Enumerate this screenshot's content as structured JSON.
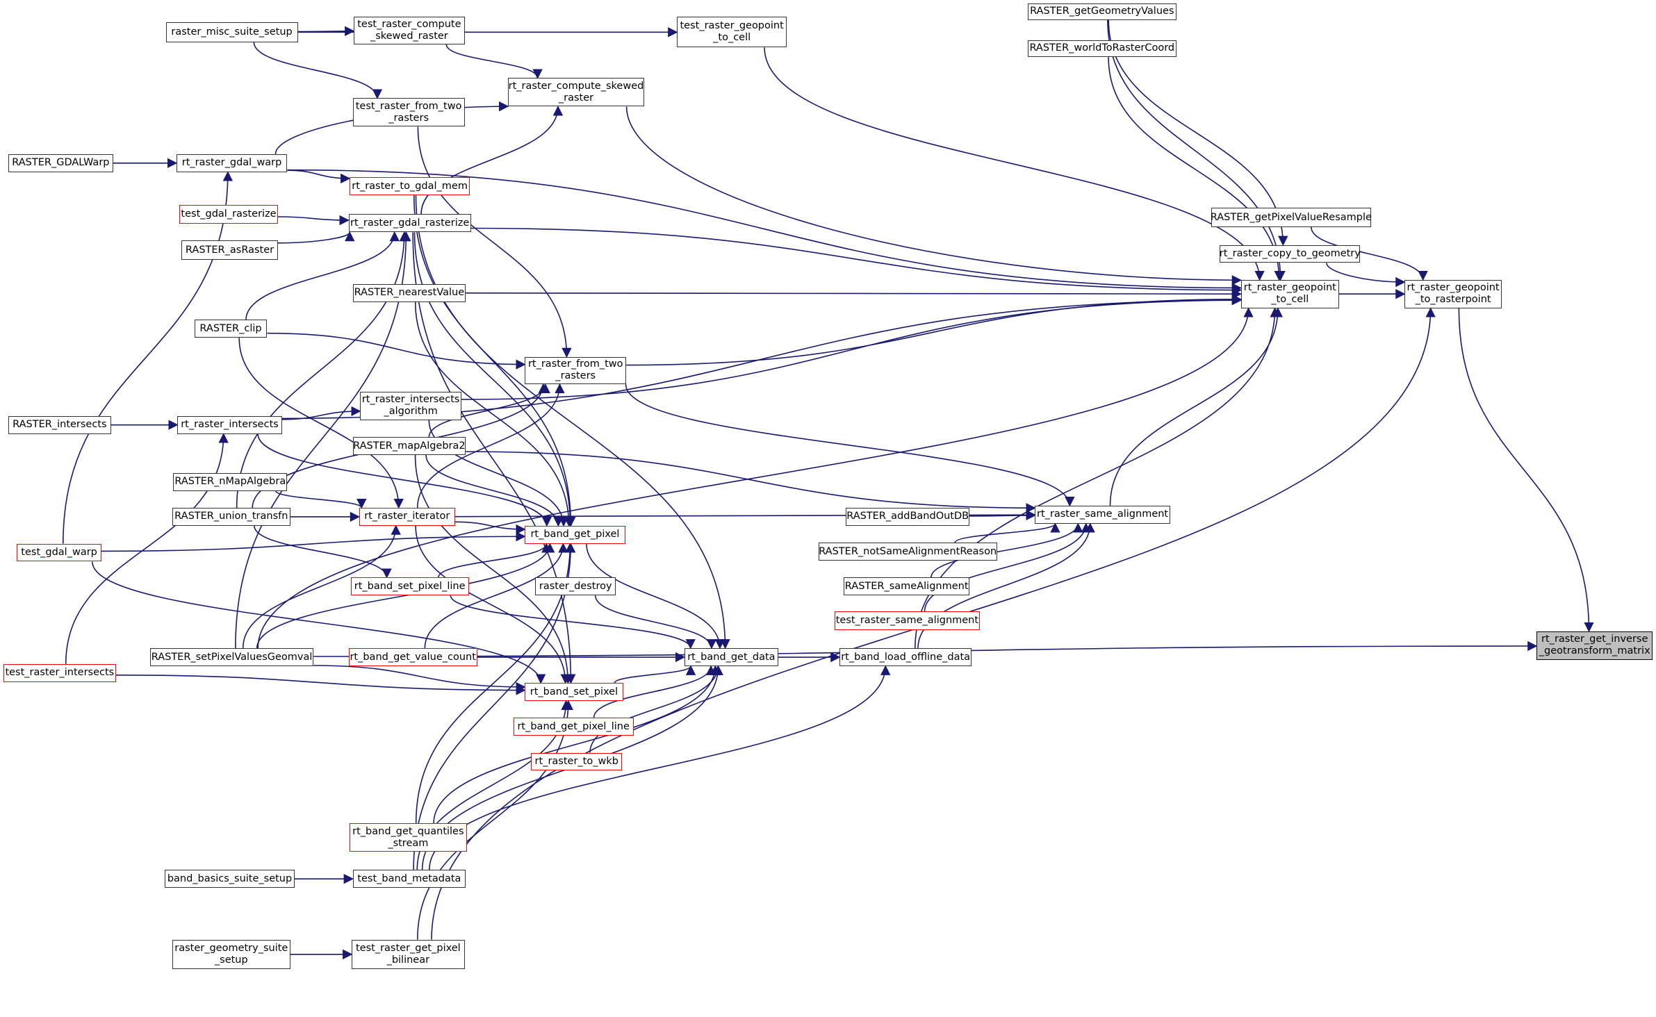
{
  "diagram": {
    "type": "call-graph",
    "title": "rt_raster_get_inverse_geotransform_matrix caller graph",
    "edge_color": "#191970",
    "colors": {
      "default_border": "#333333",
      "truncated_border": "#ff0000",
      "root_fill": "#bfbfbf"
    },
    "nodes": [
      {
        "id": "root",
        "label": "rt_raster_get_inverse\n_geotransform_matrix",
        "style": "root"
      },
      {
        "id": "geo2rp",
        "label": "rt_raster_geopoint\n_to_rasterpoint",
        "style": "normal"
      },
      {
        "id": "geo2cell",
        "label": "rt_raster_geopoint\n_to_cell",
        "style": "normal"
      },
      {
        "id": "getPixValResample",
        "label": "RASTER_getPixelValueResample",
        "style": "normal"
      },
      {
        "id": "copyToGeom",
        "label": "rt_raster_copy_to_geometry",
        "style": "normal"
      },
      {
        "id": "getGeomValues",
        "label": "RASTER_getGeometryValues",
        "style": "normal"
      },
      {
        "id": "worldToRaster",
        "label": "RASTER_worldToRasterCoord",
        "style": "normal"
      },
      {
        "id": "sameAlign",
        "label": "rt_raster_same_alignment",
        "style": "normal"
      },
      {
        "id": "addBandOutDB",
        "label": "RASTER_addBandOutDB",
        "style": "normal"
      },
      {
        "id": "notSameAlignReason",
        "label": "RASTER_notSameAlignmentReason",
        "style": "normal"
      },
      {
        "id": "RsameAlign",
        "label": "RASTER_sameAlignment",
        "style": "normal"
      },
      {
        "id": "testSameAlign",
        "label": "test_raster_same_alignment",
        "style": "red"
      },
      {
        "id": "loadOffline",
        "label": "rt_band_load_offline_data",
        "style": "normal"
      },
      {
        "id": "getData",
        "label": "rt_band_get_data",
        "style": "normal"
      },
      {
        "id": "testGeo2cell",
        "label": "test_raster_geopoint\n_to_cell",
        "style": "normal"
      },
      {
        "id": "computeSkewed",
        "label": "rt_raster_compute_skewed\n_raster",
        "style": "normal"
      },
      {
        "id": "fromTwo",
        "label": "rt_raster_from_two\n_rasters",
        "style": "normal"
      },
      {
        "id": "getPixel",
        "label": "rt_band_get_pixel",
        "style": "red"
      },
      {
        "id": "rasterDestroy",
        "label": "raster_destroy",
        "style": "normal"
      },
      {
        "id": "setPixel",
        "label": "rt_band_set_pixel",
        "style": "red"
      },
      {
        "id": "getPixelLine",
        "label": "rt_band_get_pixel_line",
        "style": "red"
      },
      {
        "id": "toWkb",
        "label": "rt_raster_to_wkb",
        "style": "red"
      },
      {
        "id": "miscSetup",
        "label": "raster_misc_suite_setup",
        "style": "normal"
      },
      {
        "id": "testComputeSkewed",
        "label": "test_raster_compute\n_skewed_raster",
        "style": "normal"
      },
      {
        "id": "testFromTwo",
        "label": "test_raster_from_two\n_rasters",
        "style": "normal"
      },
      {
        "id": "toGdalMem",
        "label": "rt_raster_to_gdal_mem",
        "style": "red"
      },
      {
        "id": "gdalRasterize",
        "label": "rt_raster_gdal_rasterize",
        "style": "normal"
      },
      {
        "id": "nearestValue",
        "label": "RASTER_nearestValue",
        "style": "normal"
      },
      {
        "id": "intersectsAlgo",
        "label": "rt_raster_intersects\n_algorithm",
        "style": "normal"
      },
      {
        "id": "mapAlgebra2",
        "label": "RASTER_mapAlgebra2",
        "style": "normal"
      },
      {
        "id": "iterator",
        "label": "rt_raster_iterator",
        "style": "red"
      },
      {
        "id": "setPixelLine",
        "label": "rt_band_set_pixel_line",
        "style": "red"
      },
      {
        "id": "getValueCount",
        "label": "rt_band_get_value_count",
        "style": "red"
      },
      {
        "id": "quantiles",
        "label": "rt_band_get_quantiles\n_stream",
        "style": "red"
      },
      {
        "id": "testBandMeta",
        "label": "test_band_metadata",
        "style": "normal"
      },
      {
        "id": "testBilinear",
        "label": "test_raster_get_pixel\n_bilinear",
        "style": "normal"
      },
      {
        "id": "RGDALWarp",
        "label": "RASTER_GDALWarp",
        "style": "normal"
      },
      {
        "id": "gdalWarp",
        "label": "rt_raster_gdal_warp",
        "style": "normal"
      },
      {
        "id": "testGdalRasterize",
        "label": "test_gdal_rasterize",
        "style": "red"
      },
      {
        "id": "asRaster",
        "label": "RASTER_asRaster",
        "style": "normal"
      },
      {
        "id": "clip",
        "label": "RASTER_clip",
        "style": "normal"
      },
      {
        "id": "Rintersects",
        "label": "RASTER_intersects",
        "style": "normal"
      },
      {
        "id": "intersects",
        "label": "rt_raster_intersects",
        "style": "normal"
      },
      {
        "id": "nMapAlgebra",
        "label": "RASTER_nMapAlgebra",
        "style": "normal"
      },
      {
        "id": "unionTransfn",
        "label": "RASTER_union_transfn",
        "style": "normal"
      },
      {
        "id": "testGdalWarp",
        "label": "test_gdal_warp",
        "style": "red"
      },
      {
        "id": "setPixValGeomval",
        "label": "RASTER_setPixelValuesGeomval",
        "style": "normal"
      },
      {
        "id": "testIntersects",
        "label": "test_raster_intersects",
        "style": "red"
      },
      {
        "id": "bandBasicsSetup",
        "label": "band_basics_suite_setup",
        "style": "normal"
      },
      {
        "id": "geomSetup",
        "label": "raster_geometry_suite\n_setup",
        "style": "normal"
      }
    ],
    "edges": [
      [
        "miscSetup",
        "testComputeSkewed"
      ],
      [
        "miscSetup",
        "testFromTwo"
      ],
      [
        "miscSetup",
        "testGeo2cell"
      ],
      [
        "testComputeSkewed",
        "computeSkewed"
      ],
      [
        "testGeo2cell",
        "geo2cell"
      ],
      [
        "getGeomValues",
        "geo2cell"
      ],
      [
        "getGeomValues",
        "copyToGeom"
      ],
      [
        "worldToRaster",
        "geo2cell"
      ],
      [
        "computeSkewed",
        "geo2cell"
      ],
      [
        "gdalWarp",
        "computeSkewed"
      ],
      [
        "gdalWarp",
        "geo2cell"
      ],
      [
        "gdalWarp",
        "toGdalMem"
      ],
      [
        "RGDALWarp",
        "gdalWarp"
      ],
      [
        "testGdalWarp",
        "gdalWarp"
      ],
      [
        "testFromTwo",
        "fromTwo"
      ],
      [
        "toGdalMem",
        "getData"
      ],
      [
        "toGdalMem",
        "getPixel"
      ],
      [
        "testGdalRasterize",
        "gdalRasterize"
      ],
      [
        "asRaster",
        "gdalRasterize"
      ],
      [
        "clip",
        "gdalRasterize"
      ],
      [
        "setPixValGeomval",
        "gdalRasterize"
      ],
      [
        "gdalRasterize",
        "computeSkewed"
      ],
      [
        "gdalRasterize",
        "geo2cell"
      ],
      [
        "gdalRasterize",
        "getPixel"
      ],
      [
        "gdalRasterize",
        "setPixel"
      ],
      [
        "intersects",
        "geo2cell"
      ],
      [
        "getPixValResample",
        "geo2rp"
      ],
      [
        "copyToGeom",
        "geo2rp"
      ],
      [
        "geo2cell",
        "geo2rp"
      ],
      [
        "geo2rp",
        "root"
      ],
      [
        "nearestValue",
        "geo2cell"
      ],
      [
        "nearestValue",
        "getPixel"
      ],
      [
        "clip",
        "fromTwo"
      ],
      [
        "clip",
        "iterator"
      ],
      [
        "fromTwo",
        "geo2cell"
      ],
      [
        "fromTwo",
        "sameAlign"
      ],
      [
        "unionTransfn",
        "fromTwo"
      ],
      [
        "mapAlgebra2",
        "fromTwo"
      ],
      [
        "iterator",
        "fromTwo"
      ],
      [
        "intersectsAlgo",
        "geo2cell"
      ],
      [
        "intersectsAlgo",
        "getPixel"
      ],
      [
        "intersects",
        "intersectsAlgo"
      ],
      [
        "intersects",
        "getPixel"
      ],
      [
        "Rintersects",
        "intersects"
      ],
      [
        "testIntersects",
        "intersects"
      ],
      [
        "mapAlgebra2",
        "sameAlign"
      ],
      [
        "mapAlgebra2",
        "getPixel"
      ],
      [
        "mapAlgebra2",
        "setPixel"
      ],
      [
        "nMapAlgebra",
        "iterator"
      ],
      [
        "unionTransfn",
        "iterator"
      ],
      [
        "unionTransfn",
        "setPixelLine"
      ],
      [
        "unionTransfn",
        "gdalRasterize"
      ],
      [
        "setPixValGeomval",
        "iterator"
      ],
      [
        "iterator",
        "sameAlign"
      ],
      [
        "iterator",
        "getPixel"
      ],
      [
        "iterator",
        "setPixel"
      ],
      [
        "testGdalWarp",
        "getPixel"
      ],
      [
        "getPixel",
        "getData"
      ],
      [
        "addBandOutDB",
        "sameAlign"
      ],
      [
        "notSameAlignReason",
        "sameAlign"
      ],
      [
        "RsameAlign",
        "sameAlign"
      ],
      [
        "testSameAlign",
        "sameAlign"
      ],
      [
        "sameAlign",
        "geo2cell"
      ],
      [
        "setPixelLine",
        "getPixel"
      ],
      [
        "setPixelLine",
        "getData"
      ],
      [
        "rasterDestroy",
        "getData"
      ],
      [
        "setPixValGeomval",
        "getPixel"
      ],
      [
        "setPixValGeomval",
        "setPixel"
      ],
      [
        "setPixValGeomval",
        "geo2cell"
      ],
      [
        "getValueCount",
        "getData"
      ],
      [
        "getValueCount",
        "getPixel"
      ],
      [
        "getData",
        "loadOffline"
      ],
      [
        "loadOffline",
        "sameAlign"
      ],
      [
        "loadOffline",
        "geo2cell"
      ],
      [
        "testIntersects",
        "setPixel"
      ],
      [
        "testGdalWarp",
        "setPixel"
      ],
      [
        "setPixel",
        "getData"
      ],
      [
        "getPixelLine",
        "getData"
      ],
      [
        "toWkb",
        "getData"
      ],
      [
        "quantiles",
        "getData"
      ],
      [
        "quantiles",
        "getPixel"
      ],
      [
        "bandBasicsSetup",
        "testBandMeta"
      ],
      [
        "testBandMeta",
        "getData"
      ],
      [
        "testBandMeta",
        "loadOffline"
      ],
      [
        "testBandMeta",
        "getPixel"
      ],
      [
        "testBandMeta",
        "setPixel"
      ],
      [
        "geomSetup",
        "testBilinear"
      ],
      [
        "testBilinear",
        "geo2rp"
      ],
      [
        "testBilinear",
        "setPixel"
      ],
      [
        "setPixValGeomval",
        "root"
      ]
    ]
  }
}
